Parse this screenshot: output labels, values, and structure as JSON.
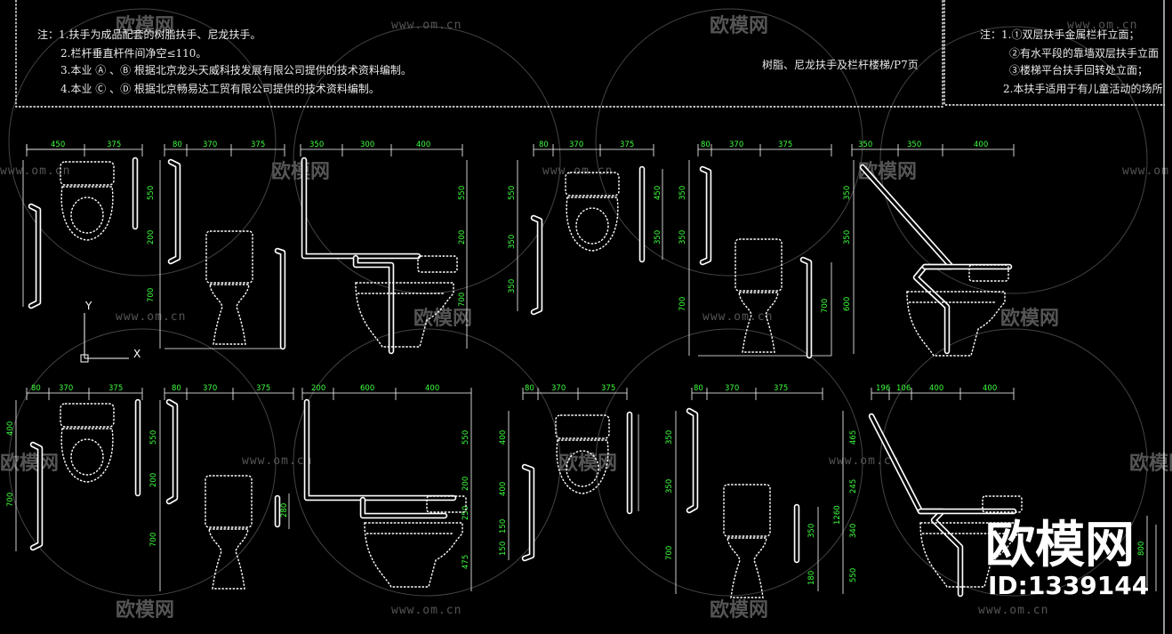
{
  "notes_left": {
    "line1": "注：1.扶手为成品配套的树脂扶手、尼龙扶手。",
    "line2": "2.栏杆垂直杆件间净空≤110。",
    "line3": "3.本业 Ⓐ 、Ⓑ 根据北京龙头天威科技发展有限公司提供的技术资料编制。",
    "line4": "4.本业 Ⓒ 、Ⓓ 根据北京畅易达工贸有限公司提供的技术资料编制。"
  },
  "page_caption": "树脂、尼龙扶手及栏杆楼梯/P7页",
  "notes_right": {
    "line1": "注：1.①双层扶手金属栏杆立面；",
    "line2": "②有水平段的靠墙双层扶手立面",
    "line3": "③楼梯平台扶手回转处立面；",
    "line4": "2.本扶手适用于有儿童活动的场所"
  },
  "axis": {
    "y": "Y",
    "x": "X"
  },
  "watermark": {
    "brand": "欧模网",
    "url": "www.om.cn"
  },
  "brand": {
    "name": "欧模网",
    "id": "ID:1339144"
  },
  "dims": {
    "d450": "450",
    "d375": "375",
    "d80": "80",
    "d370": "370",
    "d350": "350",
    "d300": "300",
    "d400": "400",
    "d200": "200",
    "d550": "550",
    "d600": "600",
    "d700": "700",
    "d800": "800",
    "d150": "150",
    "d250": "250",
    "d475": "475",
    "d106": "106",
    "d196": "196",
    "d245": "245",
    "d1260": "1260",
    "d465": "465",
    "d340": "340",
    "d280": "280",
    "d180": "180"
  },
  "colors": {
    "background": "#000000",
    "line": "#ffffff",
    "dimension_text": "#3cff3c",
    "watermark": "#555555"
  }
}
